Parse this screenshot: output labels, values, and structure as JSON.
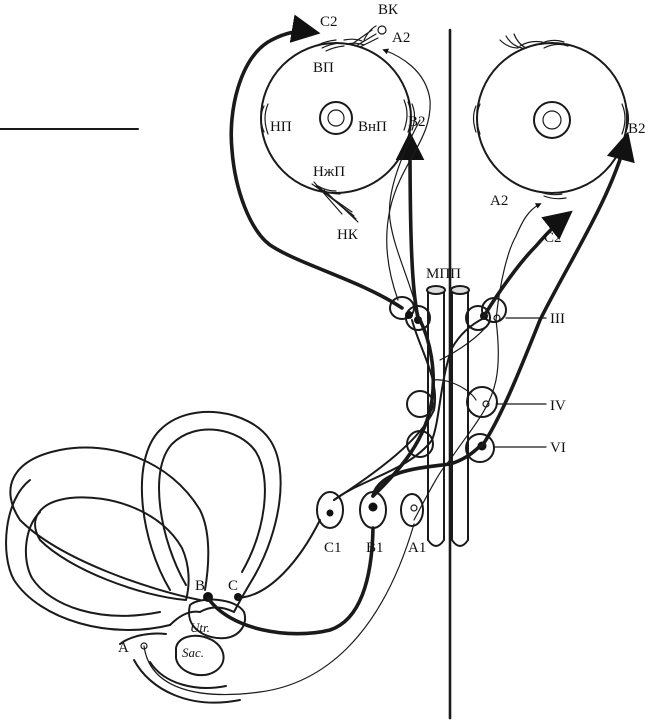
{
  "labels": {
    "vk": "ВК",
    "c2_left": "С2",
    "a2_left": "А2",
    "vp": "ВП",
    "np": "НП",
    "vnp": "ВнП",
    "b2_left": "В2",
    "nzhp": "НжП",
    "nk": "НК",
    "b2_right": "В2",
    "a2_right": "А2",
    "c2_right": "С2",
    "mpp": "МПП",
    "iii": "III",
    "iv": "IV",
    "vi": "VI",
    "c1": "С1",
    "b1": "В1",
    "a1": "А1",
    "b": "В",
    "c": "С",
    "a": "А",
    "utr": "Utr.",
    "sac": "Sac."
  }
}
